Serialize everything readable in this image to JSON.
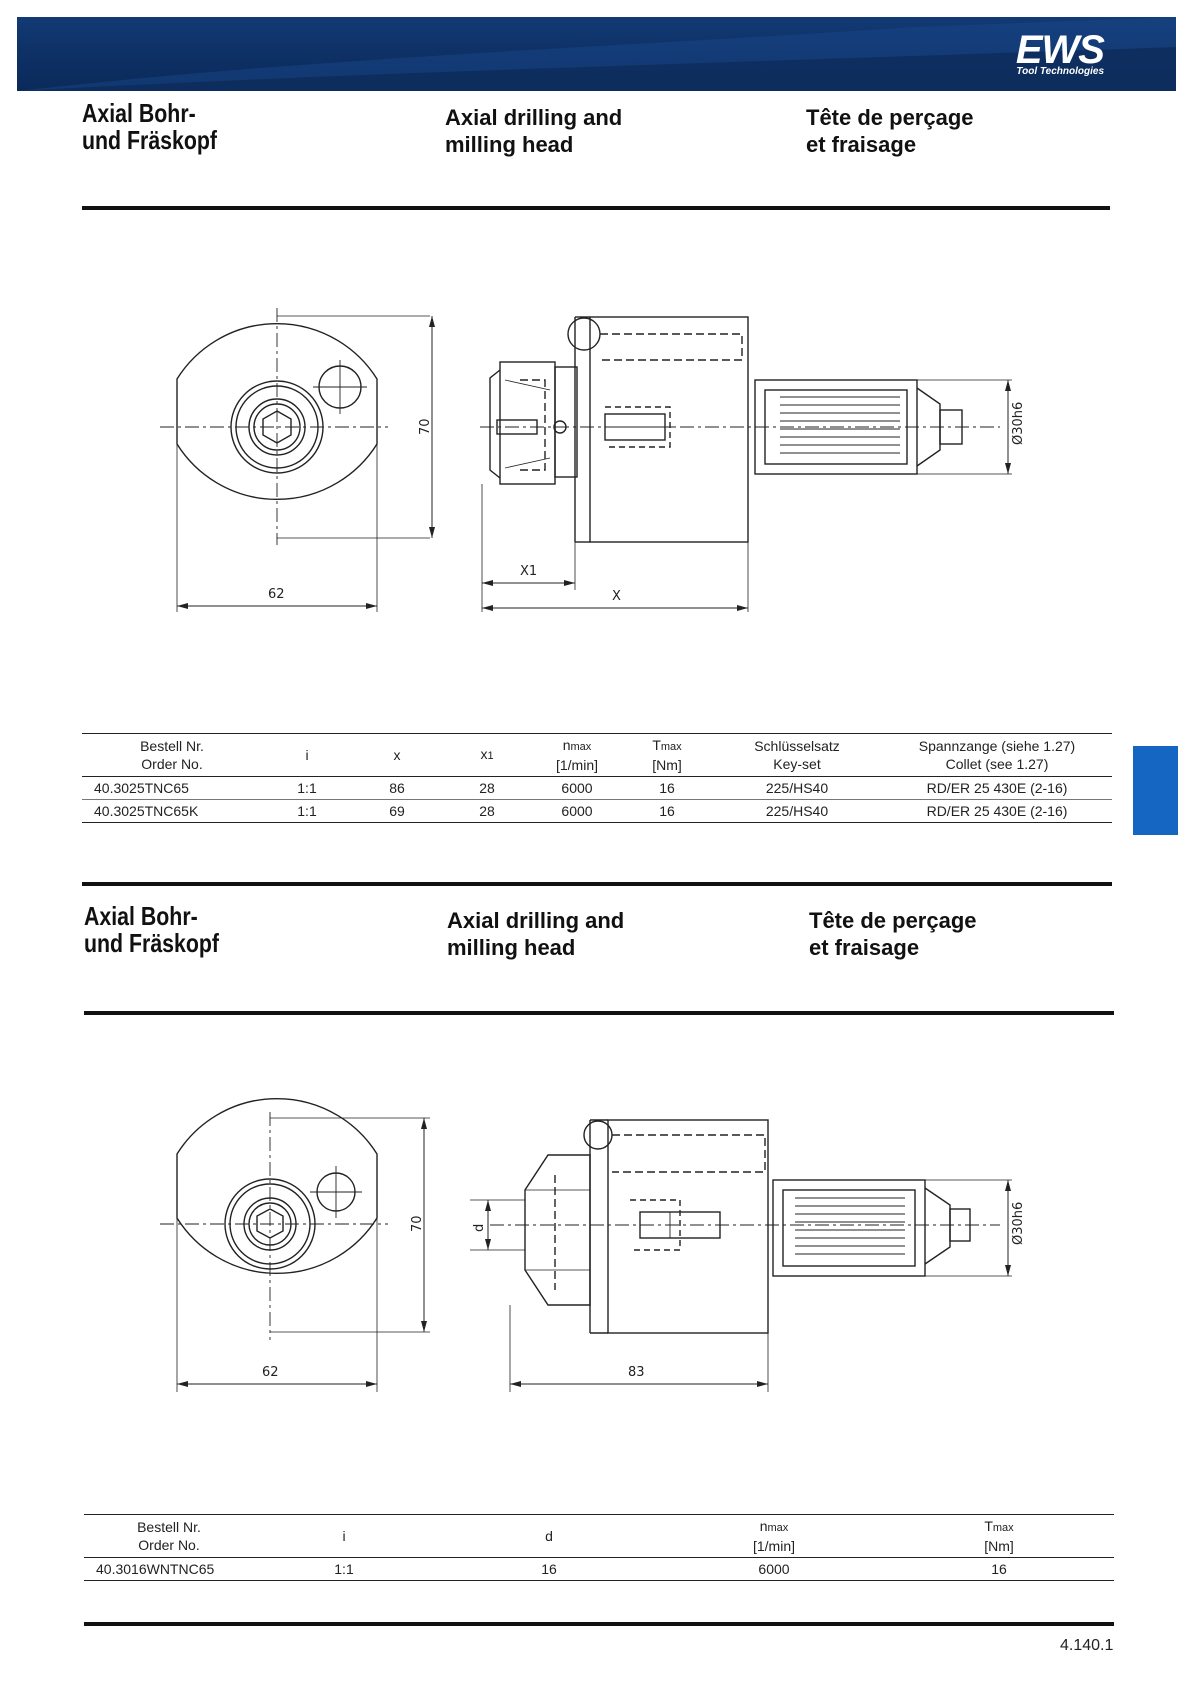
{
  "brand": {
    "logo_text": "EWS",
    "logo_subtext": "Tool Technologies",
    "colors": {
      "header": "#0d2f63",
      "side_tab": "#1466c2"
    }
  },
  "section1": {
    "title_de": "Axial Bohr-\nund Fräskopf",
    "title_en": "Axial drilling and\nmilling head",
    "title_fr": "Tête de perçage\net fraisage",
    "dimensions": {
      "width": "62",
      "height": "70",
      "x1": "X1",
      "x": "X",
      "shank": "Ø30h6"
    },
    "table": {
      "headers": [
        {
          "line1": "Bestell Nr.",
          "line2": "Order No."
        },
        {
          "line1": "i",
          "line2": ""
        },
        {
          "line1": "x",
          "line2": ""
        },
        {
          "line1": "x",
          "sub": "1",
          "line2": ""
        },
        {
          "line1": "n",
          "sub": "max",
          "line2": "[1/min]"
        },
        {
          "line1": "T",
          "sub": "max",
          "line2": "[Nm]"
        },
        {
          "line1": "Schlüsselsatz",
          "line2": "Key-set"
        },
        {
          "line1": "Spannzange (siehe 1.27)",
          "line2": "Collet (see 1.27)"
        }
      ],
      "rows": [
        [
          "40.3025TNC65",
          "1:1",
          "86",
          "28",
          "6000",
          "16",
          "225/HS40",
          "RD/ER 25 430E (2-16)"
        ],
        [
          "40.3025TNC65K",
          "1:1",
          "69",
          "28",
          "6000",
          "16",
          "225/HS40",
          "RD/ER 25 430E (2-16)"
        ]
      ]
    }
  },
  "section2": {
    "title_de": "Axial Bohr-\nund Fräskopf",
    "title_en": "Axial drilling and\nmilling head",
    "title_fr": "Tête de perçage\net fraisage",
    "dimensions": {
      "width": "62",
      "height": "70",
      "d": "d",
      "length": "83",
      "shank": "Ø30h6"
    },
    "table": {
      "headers": [
        {
          "line1": "Bestell Nr.",
          "line2": "Order No."
        },
        {
          "line1": "i",
          "line2": ""
        },
        {
          "line1": "d",
          "line2": ""
        },
        {
          "line1": "n",
          "sub": "max",
          "line2": "[1/min]"
        },
        {
          "line1": "T",
          "sub": "max",
          "line2": "[Nm]"
        }
      ],
      "rows": [
        [
          "40.3016WNTNC65",
          "1:1",
          "16",
          "6000",
          "16"
        ]
      ]
    }
  },
  "page_number": "4.140.1"
}
